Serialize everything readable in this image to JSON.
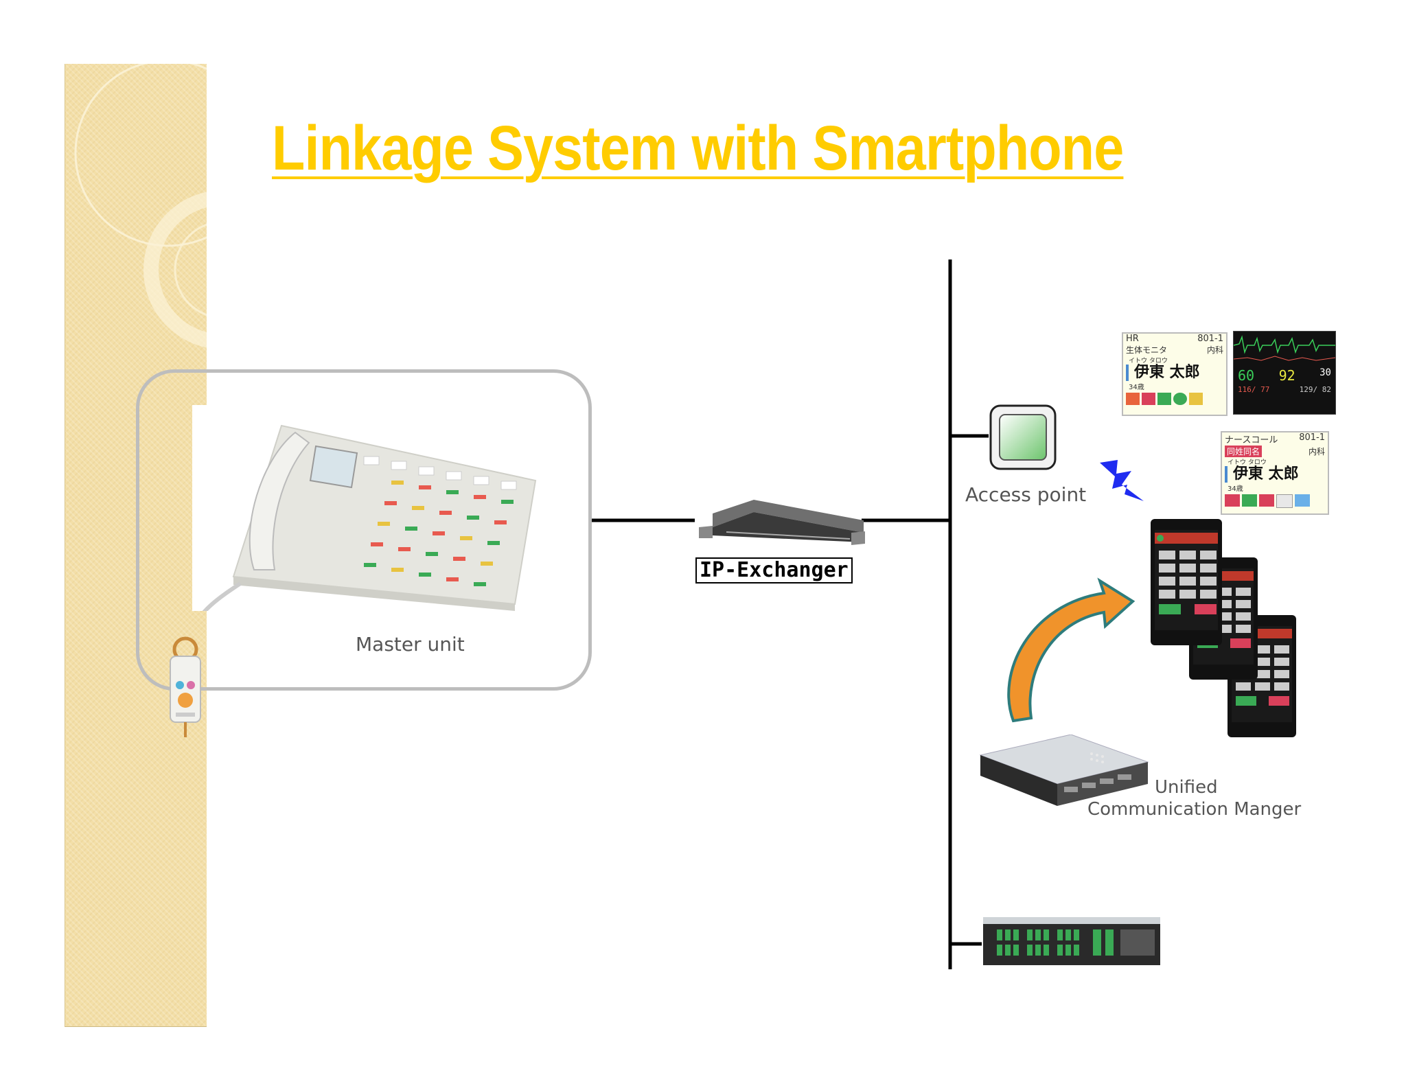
{
  "slide": {
    "title": "Linkage System with Smartphone"
  },
  "labels": {
    "master_unit": "Master unit",
    "ip_exchanger": "IP-Exchanger",
    "access_point": "Access point",
    "ucm_line1": "Unified",
    "ucm_line2": "Communication Manger"
  },
  "screens": {
    "monitor": {
      "header_left": "HR",
      "header_right": "801-1",
      "sub_left": "生体モニタ",
      "sub_right": "内科",
      "kana": "イトウ タロウ",
      "name": "伊東 太郎",
      "age": "34歳",
      "vital_1": "60",
      "vital_2": "92",
      "vital_3": "30",
      "vital_4": "116/ 77",
      "vital_5": "129/ 82"
    },
    "nursecall": {
      "header_left": "ナースコール",
      "header_right": "801-1",
      "badge": "同姓同名",
      "sub_right": "内科",
      "kana": "イトウ タロウ",
      "name": "伊東 太郎",
      "age": "34歳"
    }
  },
  "colors": {
    "title": "#ffcc00",
    "sidebar": "#f3dfa8",
    "frame": "#bdbdbd",
    "arrow_orange": "#f0932b",
    "arrow_teal": "#2e7c7c",
    "lightning": "#1f2cf0",
    "access_point_fill": "#8fd18f"
  },
  "icons": {
    "nurse_call_handset": "nurse-call-handset-icon",
    "access_point": "access-point-icon",
    "wireless": "lightning-icon"
  }
}
